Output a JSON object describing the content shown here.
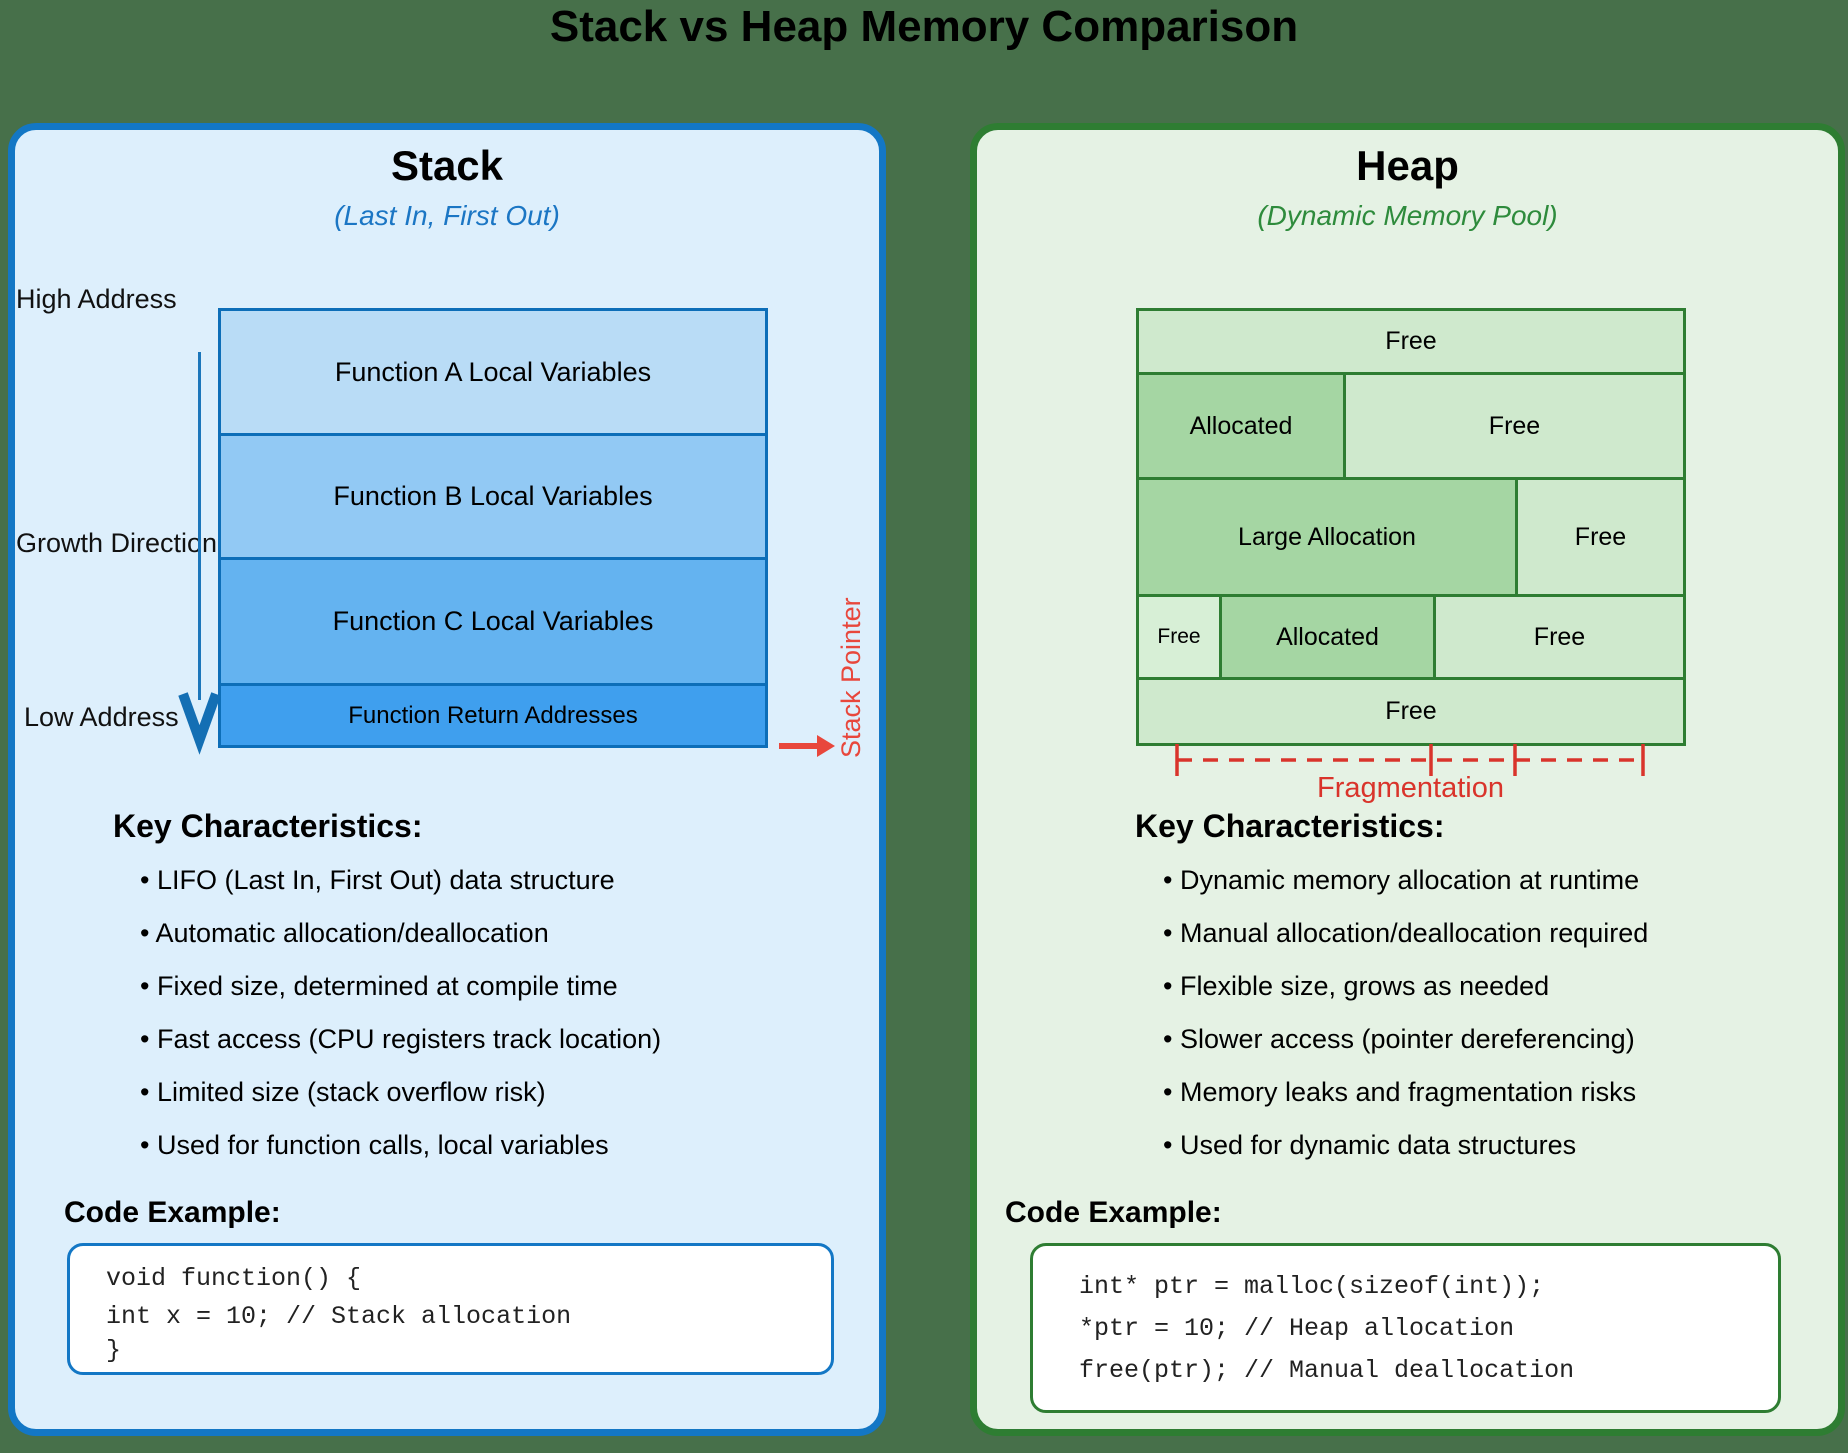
{
  "title": "Stack vs Heap Memory Comparison",
  "colors": {
    "page_bg": "#47704a",
    "stack_border": "#1377c5",
    "stack_bg": "#ddeffc",
    "stack_accent": "#1b76c4",
    "heap_border": "#2e7d32",
    "heap_bg": "#e5f2e4",
    "heap_accent": "#2e8b3c",
    "pointer_red": "#e8473c",
    "fragmentation_red": "#d9342b"
  },
  "stack_panel": {
    "title": "Stack",
    "subtitle": "(Last In, First Out)",
    "high_address_label": "High Address",
    "growth_direction_label": "Growth Direction",
    "low_address_label": "Low Address",
    "stack_pointer_label": "Stack Pointer",
    "blocks": [
      {
        "label": "Function A Local Variables"
      },
      {
        "label": "Function B Local Variables"
      },
      {
        "label": "Function C Local Variables"
      },
      {
        "label": "Function Return Addresses"
      }
    ],
    "characteristics_heading": "Key Characteristics:",
    "characteristics": [
      "LIFO (Last In, First Out) data structure",
      "Automatic allocation/deallocation",
      "Fixed size, determined at compile time",
      "Fast access (CPU registers track location)",
      "Limited size (stack overflow risk)",
      "Used for function calls, local variables"
    ],
    "code_heading": "Code Example:",
    "code_lines": [
      "void function() {",
      "int x = 10; // Stack allocation",
      "}"
    ]
  },
  "heap_panel": {
    "title": "Heap",
    "subtitle": "(Dynamic Memory Pool)",
    "fragmentation_label": "Fragmentation",
    "rows": [
      {
        "cells": [
          {
            "label": "Free",
            "type": "free"
          }
        ]
      },
      {
        "cells": [
          {
            "label": "Allocated",
            "type": "allocated"
          },
          {
            "label": "Free",
            "type": "free"
          }
        ]
      },
      {
        "cells": [
          {
            "label": "Large Allocation",
            "type": "allocated"
          },
          {
            "label": "Free",
            "type": "free"
          }
        ]
      },
      {
        "cells": [
          {
            "label": "Free",
            "type": "free"
          },
          {
            "label": "Allocated",
            "type": "allocated"
          },
          {
            "label": "Free",
            "type": "free"
          }
        ]
      },
      {
        "cells": [
          {
            "label": "Free",
            "type": "free"
          }
        ]
      }
    ],
    "characteristics_heading": "Key Characteristics:",
    "characteristics": [
      "Dynamic memory allocation at runtime",
      "Manual allocation/deallocation required",
      "Flexible size, grows as needed",
      "Slower access (pointer dereferencing)",
      "Memory leaks and fragmentation risks",
      "Used for dynamic data structures"
    ],
    "code_heading": "Code Example:",
    "code_lines": [
      "int* ptr = malloc(sizeof(int));",
      "*ptr = 10; // Heap allocation",
      "free(ptr); // Manual deallocation"
    ]
  }
}
